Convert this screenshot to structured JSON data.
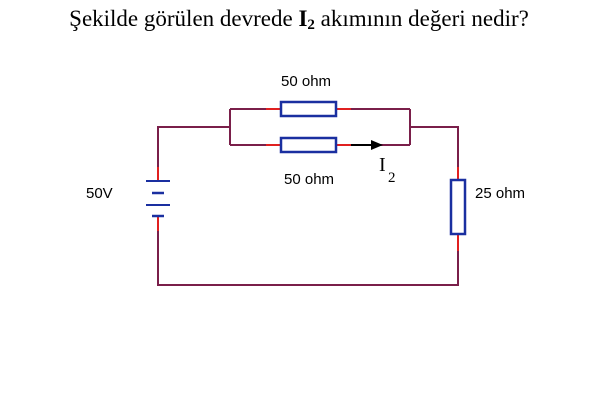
{
  "question": {
    "before": "Şekilde görülen devrede ",
    "current_letter": "I",
    "current_sub": "2",
    "after": " akımının değeri nedir?"
  },
  "circuit": {
    "resistor_top_label": "50 ohm",
    "resistor_bottom_label": "50 ohm",
    "resistor_right_label": "25 ohm",
    "source_label": "50V",
    "current_letter": "I",
    "current_sub": "2"
  },
  "colors": {
    "wire": "#7a1f4a",
    "lead": "#e02020",
    "resistor": "#1a2fa0",
    "battery": "#1a2fa0"
  }
}
